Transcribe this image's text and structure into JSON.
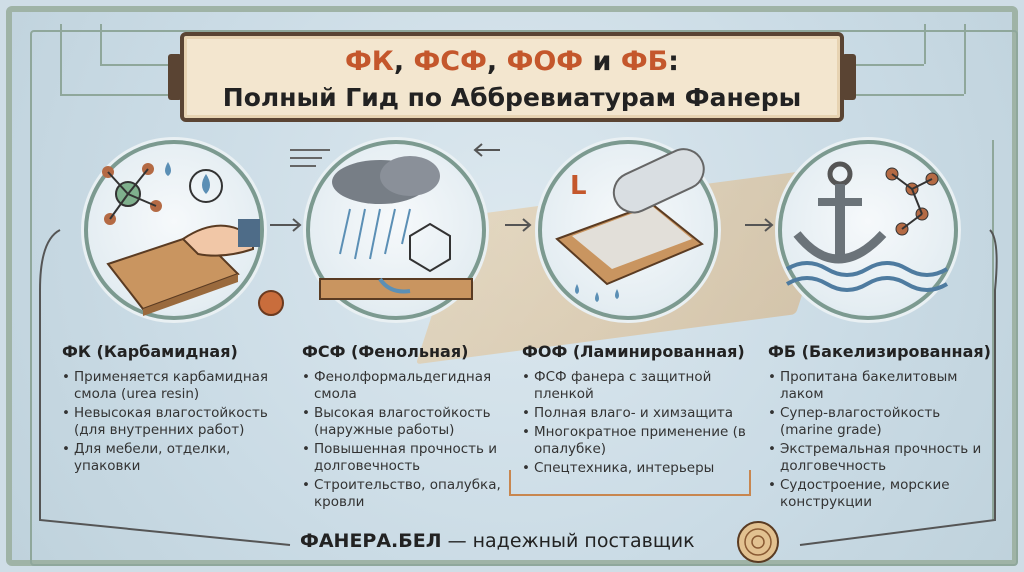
{
  "title": {
    "abbrs": [
      "ФК",
      "ФСФ",
      "ФОФ",
      "ФБ"
    ],
    "sep1": ", ",
    "sep_and": " и ",
    "colon": ":",
    "subtitle": "Полный Гид по Аббревиатурам Фанеры"
  },
  "colors": {
    "accent": "#c4572c",
    "frame": "#9fb3a6",
    "banner_bg": "#f3e6cf",
    "banner_border": "#5a4433",
    "background": "#cfdde6"
  },
  "columns": [
    {
      "heading": "ФК (Карбамидная)",
      "icon": "molecule-water-hand-plywood-icon",
      "items": [
        "Применяется карбамидная смола (urea resin)",
        "Невысокая влагостойкость (для внутренних работ)",
        "Для мебели, отделки, упаковки"
      ]
    },
    {
      "heading": "ФСФ (Фенольная)",
      "icon": "rain-cloud-phenol-icon",
      "items": [
        "Фенолформальдегидная смола",
        "Высокая влагостойкость (наружные работы)",
        "Повышенная прочность и долговечность",
        "Строительство, опалубка, кровли"
      ]
    },
    {
      "heading": "ФОФ (Ламинированная)",
      "icon": "laminated-film-roll-icon",
      "items": [
        "ФСФ фанера с защитной пленкой",
        "Полная влаго- и химзащита",
        "Многократное применение (в опалубке)",
        "Спецтехника, интерьеры"
      ]
    },
    {
      "heading": "ФБ (Бакелизированная)",
      "icon": "anchor-waves-icon",
      "items": [
        "Пропитана бакелитовым лаком",
        "Супер-влагостойкость (marine grade)",
        "Экстремальная прочность и долговечность",
        "Судостроение, морские конструкции"
      ]
    }
  ],
  "footer": {
    "brand": "ФАНЕРА.БЕЛ",
    "tagline": " — надежный поставщик"
  },
  "laminate_letter": "L"
}
